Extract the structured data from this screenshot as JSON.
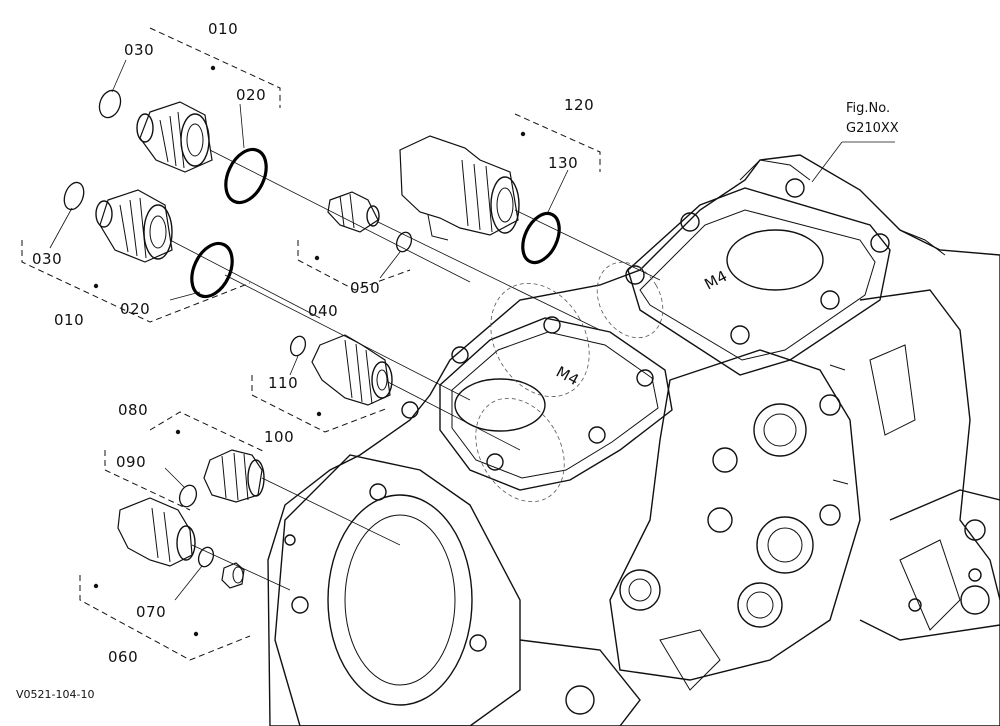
{
  "figure": {
    "fig_no_label": "Fig.No.",
    "fig_no_value": "G210XX",
    "drawing_code": "V0521-104-10"
  },
  "callouts": {
    "c010_top": "010",
    "c030_top": "030",
    "c020_top": "020",
    "c030_left": "030",
    "c010_left": "010",
    "c020_left": "020",
    "c040": "040",
    "c050": "050",
    "c120": "120",
    "c130": "130",
    "c110": "110",
    "c100": "100",
    "c080": "080",
    "c090": "090",
    "c070": "070",
    "c060": "060"
  },
  "housing_marks": {
    "mark_top": "M4",
    "mark_mid": "M4"
  }
}
